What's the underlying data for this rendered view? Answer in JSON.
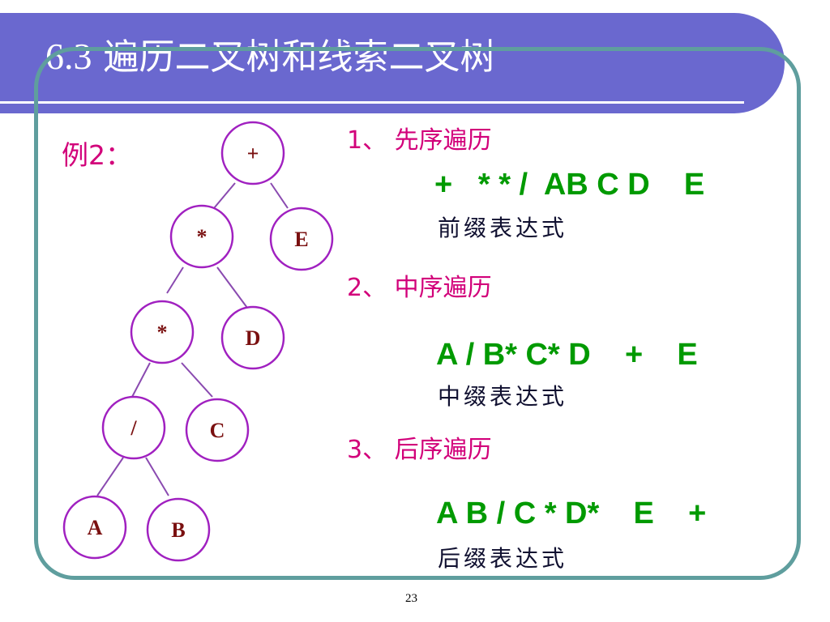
{
  "title": {
    "number": "6.3",
    "text": "遍历二叉树和线索二叉树"
  },
  "example_label": "例2：",
  "tree": {
    "nodes": [
      "+",
      "*",
      "E",
      "*",
      "D",
      "/",
      "C",
      "A",
      "B"
    ]
  },
  "traversals": [
    {
      "heading": "1、 先序遍历",
      "expression": "+   * * /  AB C D    E",
      "kind": "前缀表达式"
    },
    {
      "heading": "2、 中序遍历",
      "expression": "A / B* C* D    +    E",
      "kind": "中缀表达式"
    },
    {
      "heading": "3、 后序遍历",
      "expression": "A B / C * D*    E    +",
      "kind": "后缀表达式"
    }
  ],
  "page_number": "23",
  "colors": {
    "title_bar": "#6a68cf",
    "frame_border": "#5f9e9e",
    "heading": "#d2007a",
    "expression": "#009a00",
    "node_border": "#a020c0",
    "node_text": "#7a1010"
  }
}
